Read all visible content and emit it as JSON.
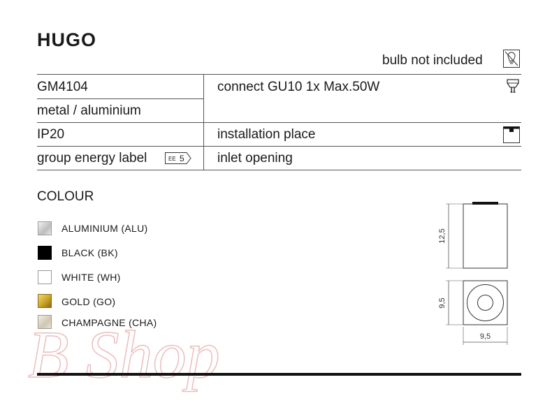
{
  "product": {
    "title": "HUGO",
    "bulb_note": "bulb not included"
  },
  "specs": {
    "rows": [
      {
        "left": "GM4104",
        "right": "connect GU10 1x Max.50W"
      },
      {
        "left": "metal / aluminium",
        "right": ""
      },
      {
        "left": "IP20",
        "right": "installation place"
      },
      {
        "left": "group energy label",
        "right": "inlet opening"
      }
    ],
    "energy_badge": {
      "prefix": "EE",
      "value": "5"
    }
  },
  "colour": {
    "heading": "COLOUR",
    "options": [
      {
        "label": "ALUMINIUM (ALU)",
        "color": "#d9d9d9"
      },
      {
        "label": "BLACK (BK)",
        "color": "#000000"
      },
      {
        "label": "WHITE (WH)",
        "color": "#ffffff"
      },
      {
        "label": "GOLD (GO)",
        "color": "#c9a228"
      },
      {
        "label": "CHAMPAGNE (CHA)",
        "color": "#d9d3c2"
      }
    ]
  },
  "dimensions": {
    "height": "12,5",
    "depth": "9,5",
    "width": "9,5"
  },
  "watermark": {
    "text": "B Shop",
    "color": "#e6a8a8"
  }
}
